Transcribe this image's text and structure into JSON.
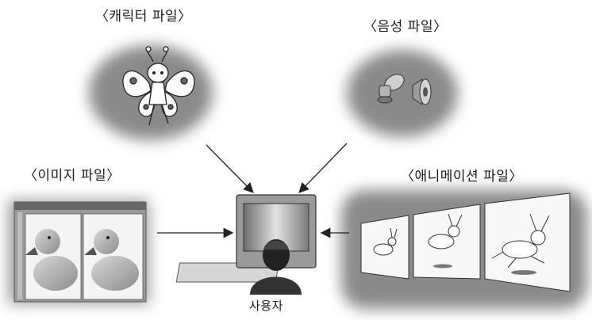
{
  "labels": {
    "character_file": "〈캐릭터 파일〉",
    "sound_file": "〈음성 파일〉",
    "image_file": "〈이미지 파일〉",
    "animation_file": "〈애니메이션 파일〉",
    "user": "사용자"
  },
  "icons": {
    "character": "butterfly-fairy-icon",
    "sound": "microphone-speaker-icon",
    "image": "rubber-duck-editor-icon",
    "animation": "running-rabbit-frames-icon",
    "user": "person-at-computer-icon"
  },
  "colors": {
    "cloud": "#8a8a8a",
    "arrow": "#222222",
    "monitor": "#9a9a9a"
  }
}
